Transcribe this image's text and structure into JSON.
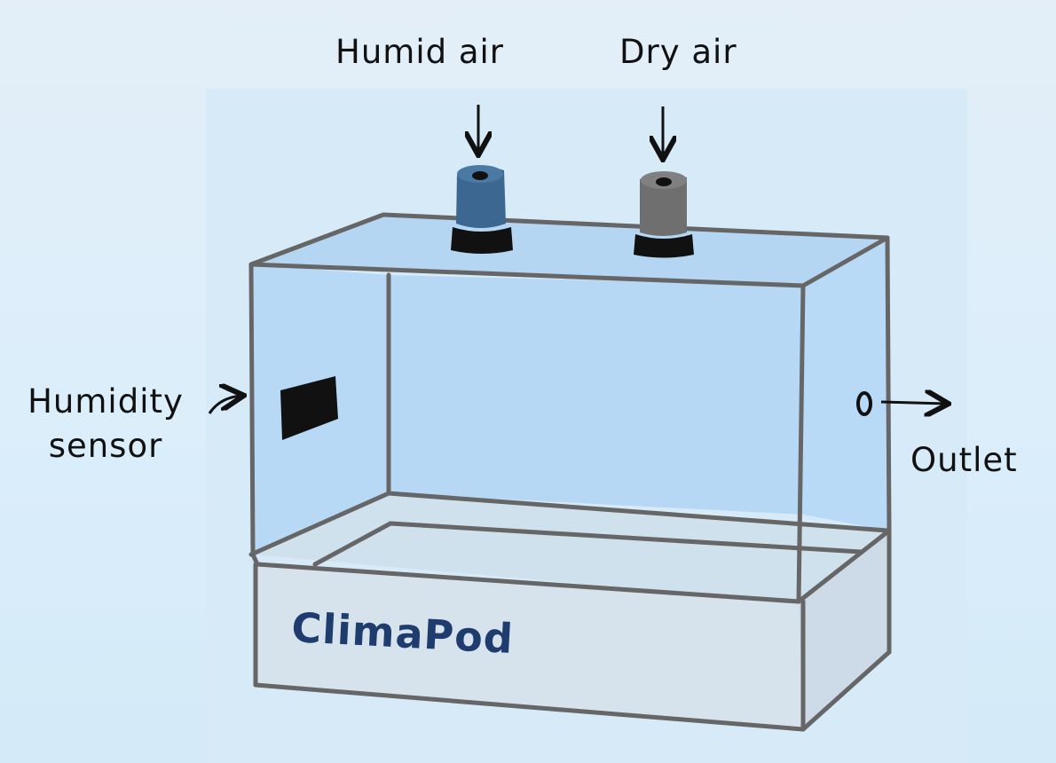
{
  "labels": {
    "humid_air": "Humid air",
    "dry_air": "Dry air",
    "humidity_sensor": "Humidity\nsensor",
    "outlet": "Outlet"
  },
  "brand": {
    "name": "ClimaPod",
    "color": "#1f3c6e"
  },
  "colors": {
    "humid_nozzle": "#3b6790",
    "dry_nozzle": "#6f6f6f",
    "chamber_fill": "#b6d8f5",
    "base_fill": "#d6e2ec",
    "frame": "#666666"
  },
  "icons": {
    "humid_nozzle": "humid-air-inlet-icon",
    "dry_nozzle": "dry-air-inlet-icon",
    "sensor": "humidity-sensor-icon",
    "outlet": "outlet-hole-icon"
  }
}
